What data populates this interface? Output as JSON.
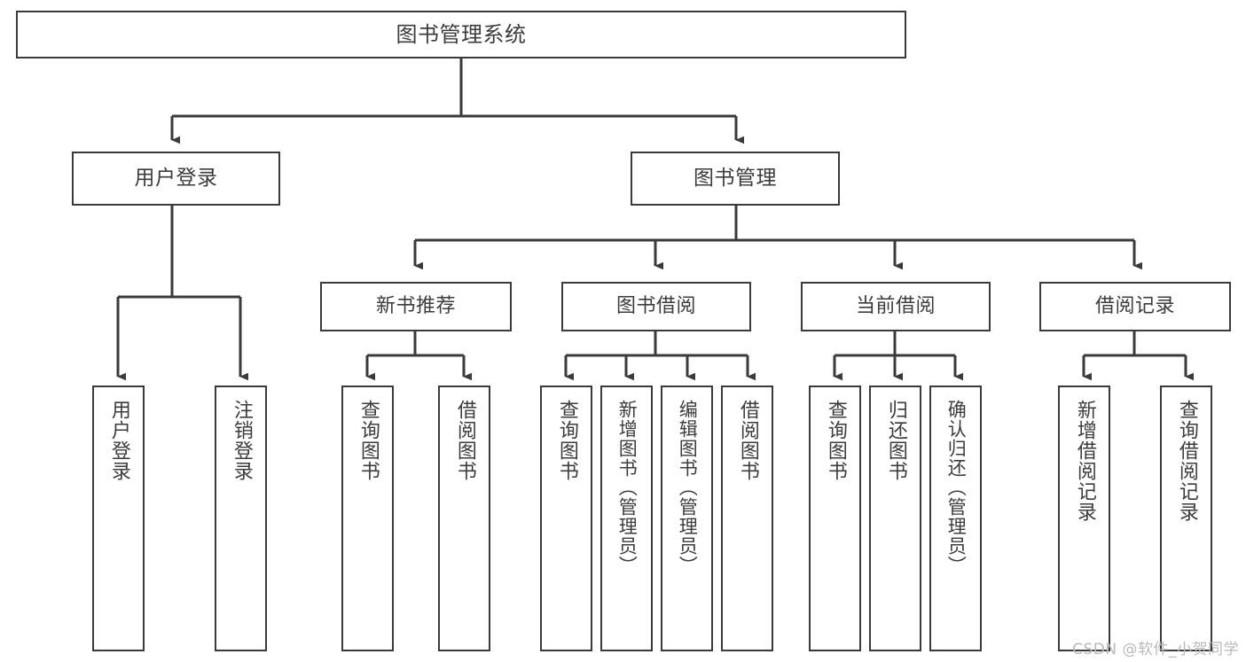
{
  "diagram": {
    "title": "图书管理系统",
    "type": "tree-hierarchy-chart",
    "stroke_color": "#3a3a3a",
    "text_color": "#3c3c3c",
    "background_color": "#ffffff",
    "root": {
      "label": "图书管理系统"
    },
    "level1": [
      {
        "label": "用户登录"
      },
      {
        "label": "图书管理"
      }
    ],
    "level2": [
      {
        "label": "新书推荐"
      },
      {
        "label": "图书借阅"
      },
      {
        "label": "当前借阅"
      },
      {
        "label": "借阅记录"
      }
    ],
    "leaves": {
      "user_login": [
        {
          "label": "用户登录"
        },
        {
          "label": "注销登录"
        }
      ],
      "new_book_recommend": [
        {
          "label": "查询图书"
        },
        {
          "label": "借阅图书"
        }
      ],
      "book_borrow": [
        {
          "label": "查询图书"
        },
        {
          "label": "新增图书（管理员）"
        },
        {
          "label": "编辑图书（管理员）"
        },
        {
          "label": "借阅图书"
        }
      ],
      "current_borrow": [
        {
          "label": "查询图书"
        },
        {
          "label": "归还图书"
        },
        {
          "label": "确认归还（管理员）"
        }
      ],
      "borrow_record": [
        {
          "label": "新增借阅记录"
        },
        {
          "label": "查询借阅记录"
        }
      ]
    }
  },
  "watermark": {
    "text": "CSDN @软件_小贺同学"
  }
}
